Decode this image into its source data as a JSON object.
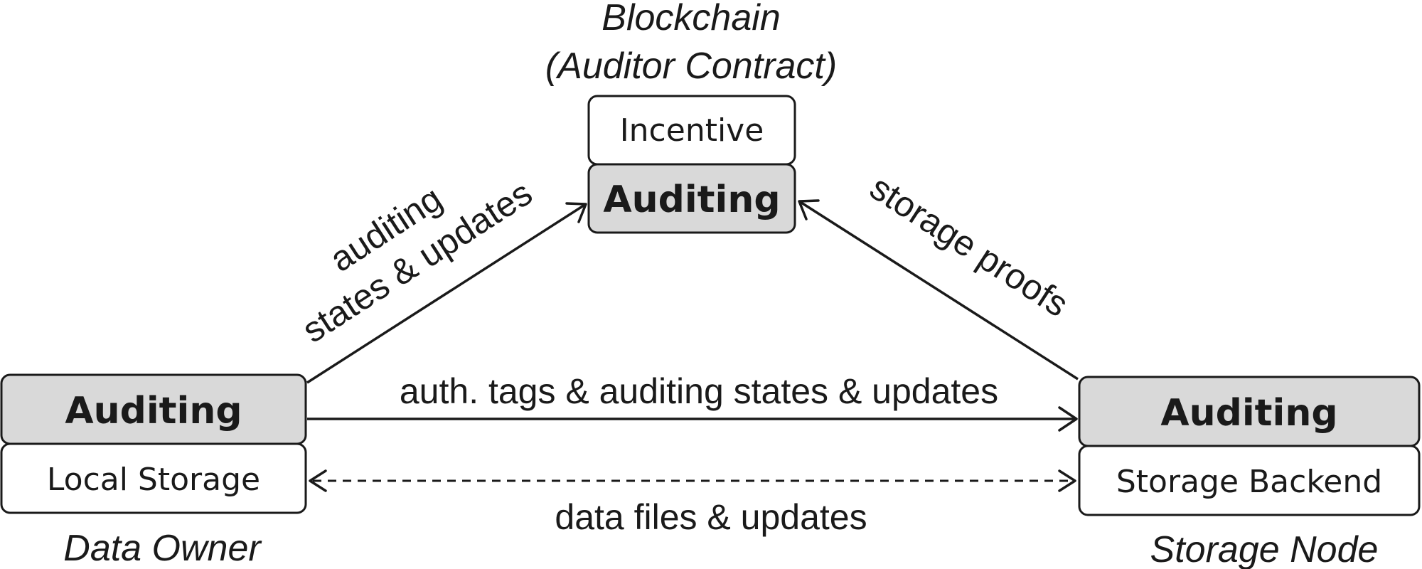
{
  "nodes": {
    "blockchain": {
      "title": "Blockchain",
      "subtitle": "(Auditor Contract)",
      "top_label": "Incentive",
      "module_label": "Auditing"
    },
    "owner": {
      "module_label": "Auditing",
      "bottom_label": "Local Storage",
      "caption": "Data Owner"
    },
    "storage": {
      "module_label": "Auditing",
      "bottom_label": "Storage Backend",
      "caption": "Storage Node"
    }
  },
  "edges": {
    "owner_to_chain": {
      "line1": "auditing",
      "line2": "states & updates"
    },
    "storage_to_chain": {
      "label": "storage proofs"
    },
    "owner_to_storage": {
      "label": "auth. tags & auditing states & updates"
    },
    "data_exchange": {
      "label": "data files & updates"
    }
  }
}
